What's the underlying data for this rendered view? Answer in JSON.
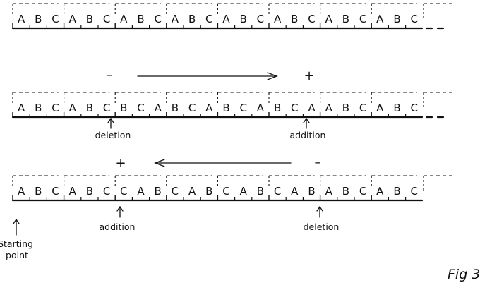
{
  "rows": [
    {
      "letters": [
        "A",
        "B",
        "C",
        "A",
        "B",
        "C",
        "A",
        "B",
        "C",
        "A",
        "B",
        "C",
        "A",
        "B",
        "C",
        "A",
        "B",
        "C",
        "A",
        "B",
        "C",
        "A",
        "B",
        "C"
      ]
    },
    {
      "letters": [
        "A",
        "B",
        "C",
        "A",
        "B",
        "C",
        "B",
        "C",
        "A",
        "B",
        "C",
        "A",
        "B",
        "C",
        "A",
        "B",
        "C",
        "A",
        "A",
        "B",
        "C",
        "A",
        "B",
        "C"
      ],
      "sign_left": "–",
      "sign_right": "+",
      "arrow_direction": "right",
      "label_left": "deletion",
      "label_right": "addition"
    },
    {
      "letters": [
        "A",
        "B",
        "C",
        "A",
        "B",
        "C",
        "C",
        "A",
        "B",
        "C",
        "A",
        "B",
        "C",
        "A",
        "B",
        "C",
        "A",
        "B",
        "A",
        "B",
        "C",
        "A",
        "B",
        "C"
      ],
      "sign_left": "+",
      "sign_right": "–",
      "arrow_direction": "left",
      "label_left": "addition",
      "label_right": "deletion"
    }
  ],
  "starting_point_label": [
    "Starting",
    "point"
  ],
  "figure_label": "Fig 3"
}
